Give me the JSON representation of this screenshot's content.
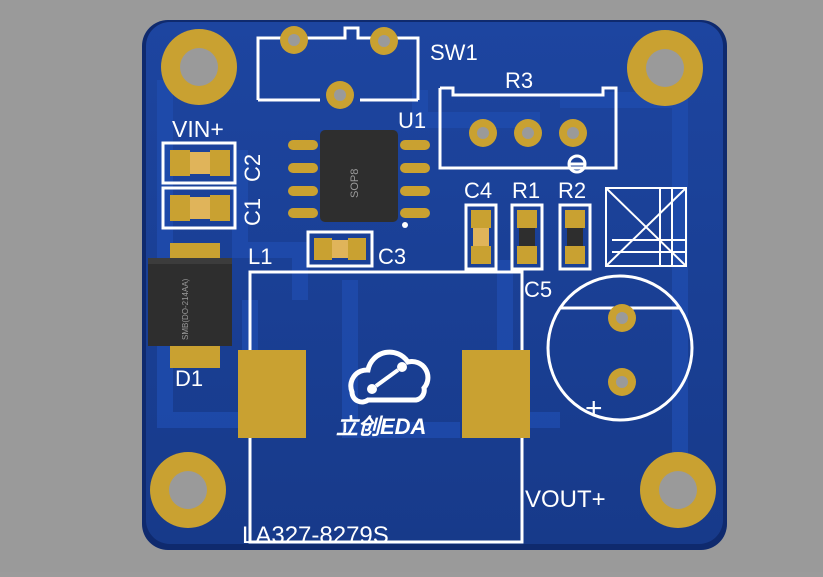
{
  "board": {
    "background_color": "#9a9a9a",
    "soldermask_color": "#1a3b8e",
    "copper_color": "#c9a131",
    "silkscreen_color": "#ffffff"
  },
  "labels": {
    "sw1": "SW1",
    "r3": "R3",
    "u1": "U1",
    "vin": "VIN+",
    "c2": "C2",
    "c1": "C1",
    "c3": "C3",
    "c4": "C4",
    "r1": "R1",
    "r2": "R2",
    "l1": "L1",
    "c5": "C5",
    "d1": "D1",
    "vout": "VOUT+",
    "inductor_part": "LA327-8279S",
    "ic_package": "SOP8",
    "diode_package": "SMB(DO-214AA)",
    "logo_text": "立创EDA",
    "cap_polarity": "+"
  }
}
